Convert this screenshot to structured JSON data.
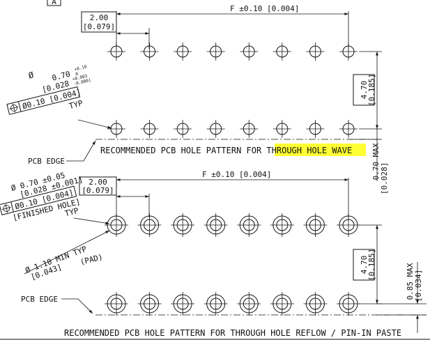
{
  "view_label": "A",
  "top_pattern": {
    "pitch_main": "2.00",
    "pitch_alt": "[0.079]",
    "overall_dim": "F ±0.10 [0.004]",
    "hole_dia_symbol": "Ø",
    "hole_dia_main": "0.70",
    "hole_dia_main_tol_upper": "+0.10",
    "hole_dia_main_tol_lower": "0",
    "hole_dia_alt": "[0.028",
    "hole_dia_alt_tol_upper": "+0.003",
    "hole_dia_alt_tol_lower": "-0.000]",
    "position_tol": "Ø0.10 [0.004]",
    "typ": "TYP",
    "row_spacing_main": "4.70",
    "row_spacing_alt": "[0.185]",
    "edge_dist_main": "0.70 MAX",
    "edge_dist_alt": "[0.028]",
    "pcb_edge_label": "PCB EDGE",
    "caption_plain": "RECOMMENDED PCB HOLE PATTERN FOR ",
    "caption_highlight": "THROUGH HOLE WAVE",
    "highlight_color": "#ffff33",
    "hole_columns": 8
  },
  "bottom_pattern": {
    "pitch_main": "2.00",
    "pitch_alt": "[0.079]",
    "overall_dim": "F ±0.10 [0.004]",
    "hole_dia_main": "Ø 0.70 ±0.05",
    "hole_dia_alt": "[0.028 ±0.001]",
    "position_tol": "Ø0.10 [0.004]",
    "finished_hole": "[FINISHED HOLE]",
    "typ": "TYP",
    "pad_dia_main": "Ø 1.10 MIN TYP",
    "pad_dia_alt": "[0.043]",
    "pad_label": "(PAD)",
    "row_spacing_main": "4.70",
    "row_spacing_alt": "[0.185]",
    "edge_dist_main": "0.85 MAX",
    "edge_dist_alt": "[0.034]",
    "pcb_edge_label": "PCB EDGE",
    "caption": "RECOMMENDED PCB HOLE PATTERN FOR THROUGH HOLE REFLOW / PIN-IN PASTE",
    "hole_columns": 8
  }
}
